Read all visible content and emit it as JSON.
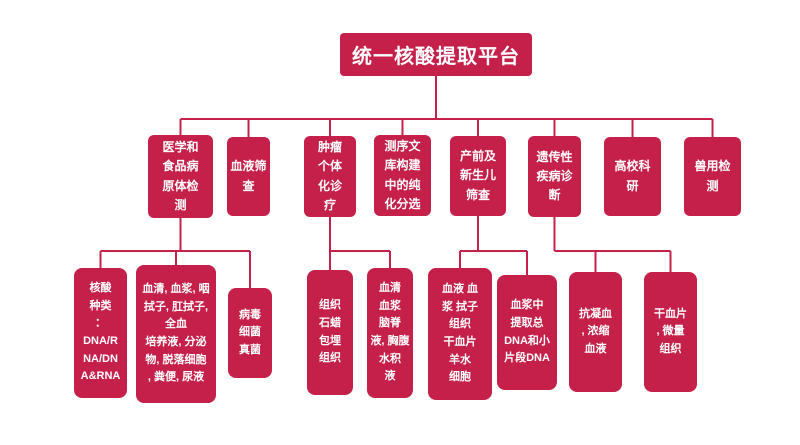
{
  "diagram": {
    "root": {
      "label": "统一核酸提取平台"
    },
    "branches": [
      {
        "label": "医学和\n食品病\n原体检\n测",
        "children": [
          {
            "label": "核酸\n种类\n：\nDNA/R\nNA/DN\nA&RNA"
          },
          {
            "label": "血清, 血浆, 咽\n拭子, 肛拭子,\n全血\n培养液, 分泌\n物, 脱落细胞\n, 粪便, 尿液"
          },
          {
            "label": "病毒\n细菌\n真菌"
          }
        ]
      },
      {
        "label": "血液筛\n查",
        "children": []
      },
      {
        "label": "肿瘤\n个体\n化诊\n疗",
        "children": [
          {
            "label": "组织\n石蜡\n包埋\n组织"
          },
          {
            "label": "血清\n血浆\n脑脊\n液, 胸腹\n水积\n液"
          }
        ]
      },
      {
        "label": "测序文\n库构建\n中的纯\n化分选",
        "children": []
      },
      {
        "label": "产前及\n新生儿\n筛查",
        "children": [
          {
            "label": "血液 血\n浆 拭子\n组织\n干血片\n羊水\n细胞"
          },
          {
            "label": "血浆中\n提取总\nDNA和小\n片段DNA"
          }
        ]
      },
      {
        "label": "遗传性\n疾病诊\n断",
        "children": [
          {
            "label": "抗凝血\n, 浓缩\n血液"
          },
          {
            "label": "干血片\n, 微量\n组织"
          }
        ]
      },
      {
        "label": "高校科\n研",
        "children": []
      },
      {
        "label": "兽用检\n测",
        "children": []
      }
    ],
    "colors": {
      "node_fill": "#c5204a",
      "node_text": "#ffffff",
      "connector": "#c5204a",
      "background": "#ffffff"
    }
  }
}
